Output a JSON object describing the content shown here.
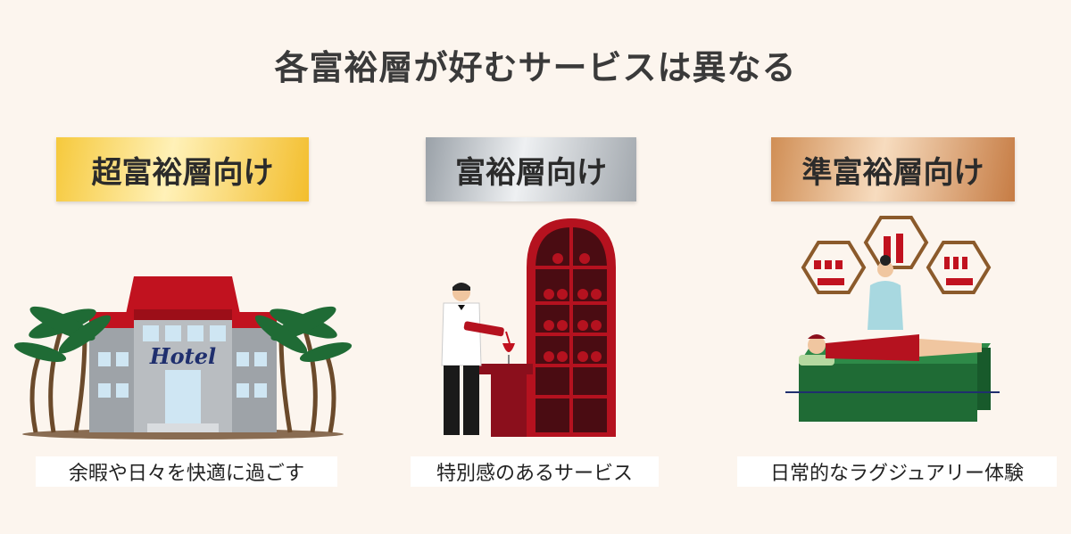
{
  "title": "各富裕層が好むサービスは異なる",
  "tiers": [
    {
      "label": "超富裕層向け",
      "caption": "余暇や日々を快適に過ごす",
      "hotel_sign": "Hotel"
    },
    {
      "label": "富裕層向け",
      "caption": "特別感のあるサービス"
    },
    {
      "label": "準富裕層向け",
      "caption": "日常的なラグジュアリー体験"
    }
  ],
  "colors": {
    "background": "#fcf5ee",
    "accent_red": "#c1121f",
    "dark_red": "#8b0f1c",
    "spa_green": "#1f6b35"
  }
}
